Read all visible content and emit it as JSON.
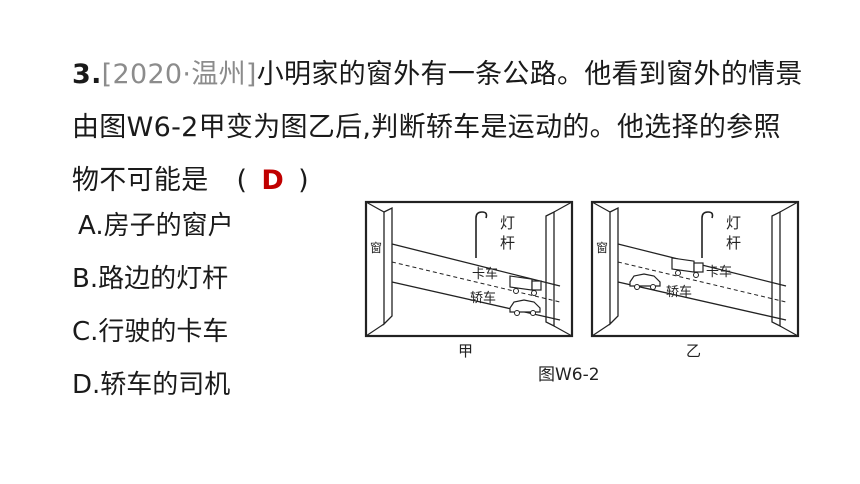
{
  "question": {
    "number": "3.",
    "source": "[2020·温州]",
    "stem_line1": "小明家的窗外有一条公路。他看到窗外的情景",
    "stem_line2": "由图W6-2甲变为图乙后,判断轿车是运动的。他选择的参照",
    "stem_line3": "物不可能是",
    "paren_open": "(",
    "answer": "D",
    "paren_close": ")"
  },
  "options": [
    {
      "text": "A.房子的窗户"
    },
    {
      "text": "B.路边的灯杆"
    },
    {
      "text": "C.行驶的卡车"
    },
    {
      "text": "D.轿车的司机"
    }
  ],
  "figure": {
    "panel_left": {
      "label": "甲",
      "lamp_label_1": "灯",
      "lamp_label_2": "杆",
      "window_label": "窗",
      "truck_label": "卡车",
      "car_label": "轿车"
    },
    "panel_right": {
      "label": "乙",
      "lamp_label_1": "灯",
      "lamp_label_2": "杆",
      "window_label": "窗",
      "truck_label": "卡车",
      "car_label": "轿车"
    },
    "caption": "图W6-2"
  },
  "colors": {
    "source_gray": "#8c8c8c",
    "answer_red": "#c00000"
  }
}
